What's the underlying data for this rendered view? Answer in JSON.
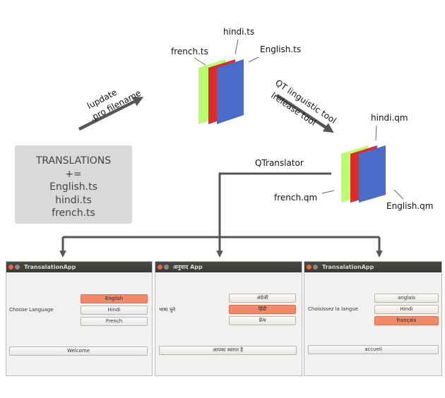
{
  "diagram": {
    "ts_files": {
      "hindi": "hindi.ts",
      "french": "french.ts",
      "english": "English.ts"
    },
    "qm_files": {
      "hindi": "hindi.qm",
      "french": "french.qm",
      "english": "English.qm"
    },
    "lupdate_label": {
      "line1": "lupdate",
      "line2": ".pro filename"
    },
    "lrelease_label": {
      "line1": "QT linguistic tool",
      "line2": "lrelease tool"
    },
    "qtranslator_label": "QTranslator",
    "translations_box": {
      "lines": [
        "TRANSLATIONS",
        "+=",
        "English.ts",
        "hindi.ts",
        "french.ts"
      ]
    },
    "colors": {
      "green": "#b7ff6e",
      "red": "#dd2a2a",
      "blue": "#4a6bc8",
      "arrow": "#555555",
      "box": "#d9d9d9"
    }
  },
  "windows": [
    {
      "title": "TransalationApp",
      "choose_label": "Choose Language",
      "options": [
        "English",
        "Hindi",
        "French"
      ],
      "selected_index": 0,
      "welcome_label": "Welcome"
    },
    {
      "title": "अनुवाद App",
      "choose_label": "भाषा चुने",
      "options": [
        "अंग्रेजी",
        "हिंदी",
        "फ्रेंच"
      ],
      "selected_index": 1,
      "welcome_label": "आपका स्वागत है"
    },
    {
      "title": "TransalationApp",
      "choose_label": "Choisissez la langue",
      "options": [
        "anglais",
        "Hindi",
        "français"
      ],
      "selected_index": 2,
      "welcome_label": "accueil"
    }
  ]
}
